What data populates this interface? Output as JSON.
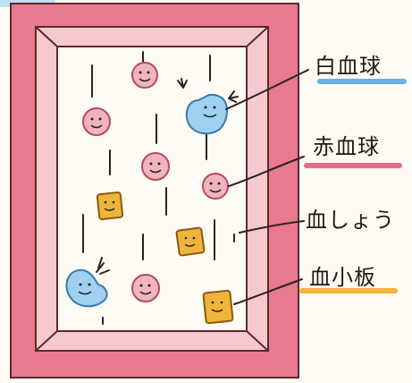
{
  "labels": {
    "wbc": "白血球",
    "rbc": "赤血球",
    "plasma": "血しょう",
    "platelet": "血小板"
  },
  "colors": {
    "wbc_underline": "#4aa3e6",
    "rbc_underline": "#e4546b",
    "platelet_underline": "#f2a51c",
    "frame": "#e9798c",
    "rbc_fill": "#f2b4bc",
    "wbc_fill": "#9fd0ef",
    "platelet_fill": "#f0b43a"
  }
}
